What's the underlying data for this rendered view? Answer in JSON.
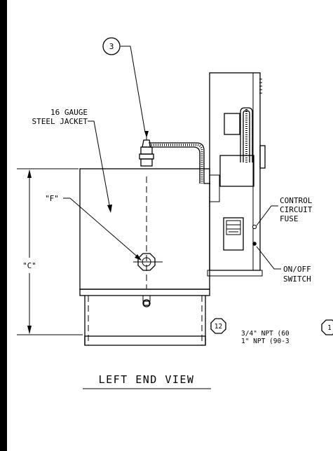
{
  "labels": {
    "jacket_line1": "16 GAUGE",
    "jacket_line2": "STEEL JACKET",
    "control_line1": "CONTROL",
    "control_line2": "CIRCUIT",
    "control_line3": "FUSE",
    "switch_line1": "ON/OFF",
    "switch_line2": "SWITCH",
    "dim_c": "\"C\"",
    "dim_f": "\"F\"",
    "npt_line1": "3/4\" NPT (60",
    "npt_line2": "1\" NPT (90-3"
  },
  "callouts": {
    "item_3": "3",
    "item_12": "12",
    "item_partial": "1"
  },
  "view_title": "LEFT END VIEW"
}
